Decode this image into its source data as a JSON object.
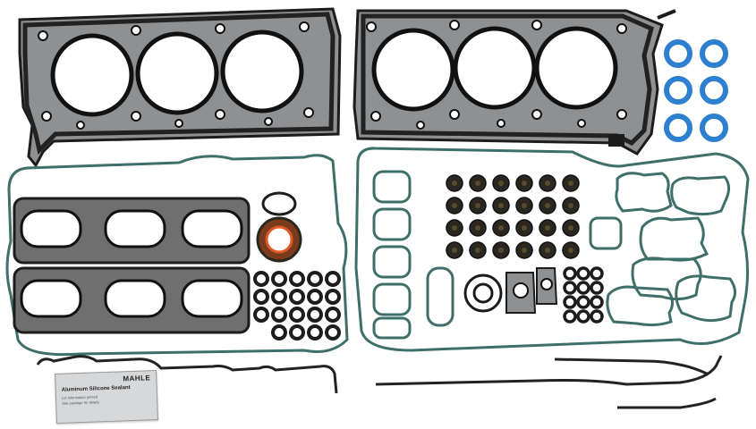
{
  "packet": {
    "brand": "MAHLE",
    "product_name": "Aluminum Silicone Sealant",
    "fine_print_1": "Lot Information printed",
    "fine_print_2": "See package for details"
  },
  "colors": {
    "background": "#ffffff",
    "gasket_black": "#1c1c1c",
    "gasket_metal": "#8e9092",
    "rubber_dark": "#2a2620",
    "seal_green": "#3f6f6a",
    "oring_blue": "#2d7fd0",
    "seal_brown": "#7a3b1c",
    "seal_orange": "#e05a28"
  }
}
